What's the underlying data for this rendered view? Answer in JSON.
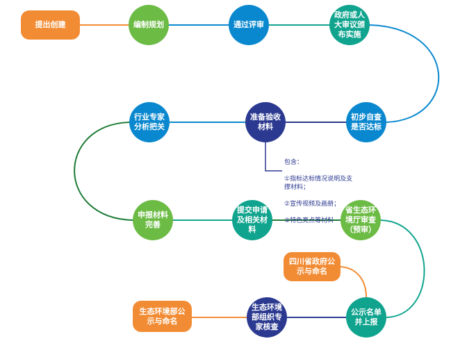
{
  "nodes": {
    "start": {
      "label": "提出创建",
      "color": "#f28c34"
    },
    "plan": {
      "label": "编制规划",
      "color": "#6cbb45"
    },
    "review": {
      "label": "通过评审",
      "color": "#0a88cf"
    },
    "enact": {
      "label": "政府或人\n大审议颁\n布实施",
      "color": "#10a48e"
    },
    "selfcheck": {
      "label": "初步自查\n是否达标",
      "color": "#0a88cf"
    },
    "prepare": {
      "label": "准备验收\n材料",
      "color": "#2b3990"
    },
    "expert": {
      "label": "行业专家\n分析把关",
      "color": "#0a88cf"
    },
    "improve": {
      "label": "申报材料\n完善",
      "color": "#6cbb45"
    },
    "submit": {
      "label": "提交申请\n及相关材\n料",
      "color": "#10a48e"
    },
    "province_review": {
      "label": "省生态环\n境厅审查\n（预审）",
      "color": "#6cbb45"
    },
    "province_publicity": {
      "label": "四川省政府公\n示与命名",
      "color": "#f28c34"
    },
    "publicize_list": {
      "label": "公示名单\n并上报",
      "color": "#10a48e"
    },
    "ministry_check": {
      "label": "生态环境\n部组织专\n家核查",
      "color": "#2b3990"
    },
    "ministry_publicity": {
      "label": "生态环境部公\n示与命名",
      "color": "#f28c34"
    }
  },
  "note": {
    "title": "包含：",
    "items": [
      "①指标达标情况说明及支\n撑材料；",
      "②宣传视频及画册；",
      "③特色亮点等材料"
    ]
  }
}
